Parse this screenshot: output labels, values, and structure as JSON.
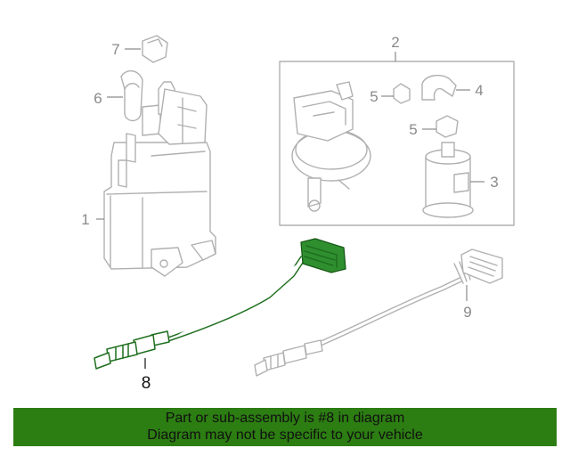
{
  "diagram": {
    "callouts": {
      "c1": "1",
      "c2": "2",
      "c3": "3",
      "c4": "4",
      "c5a": "5",
      "c5b": "5",
      "c6": "6",
      "c7": "7",
      "c8": "8",
      "c9": "9"
    },
    "highlighted_part": "8",
    "highlight_color": "#2c7d12",
    "line_color": "#b0b0b0"
  },
  "banner": {
    "line1": "Part or sub-assembly is #8 in diagram",
    "line2": "Diagram may not be specific to your vehicle",
    "background": "#2c7d12"
  }
}
